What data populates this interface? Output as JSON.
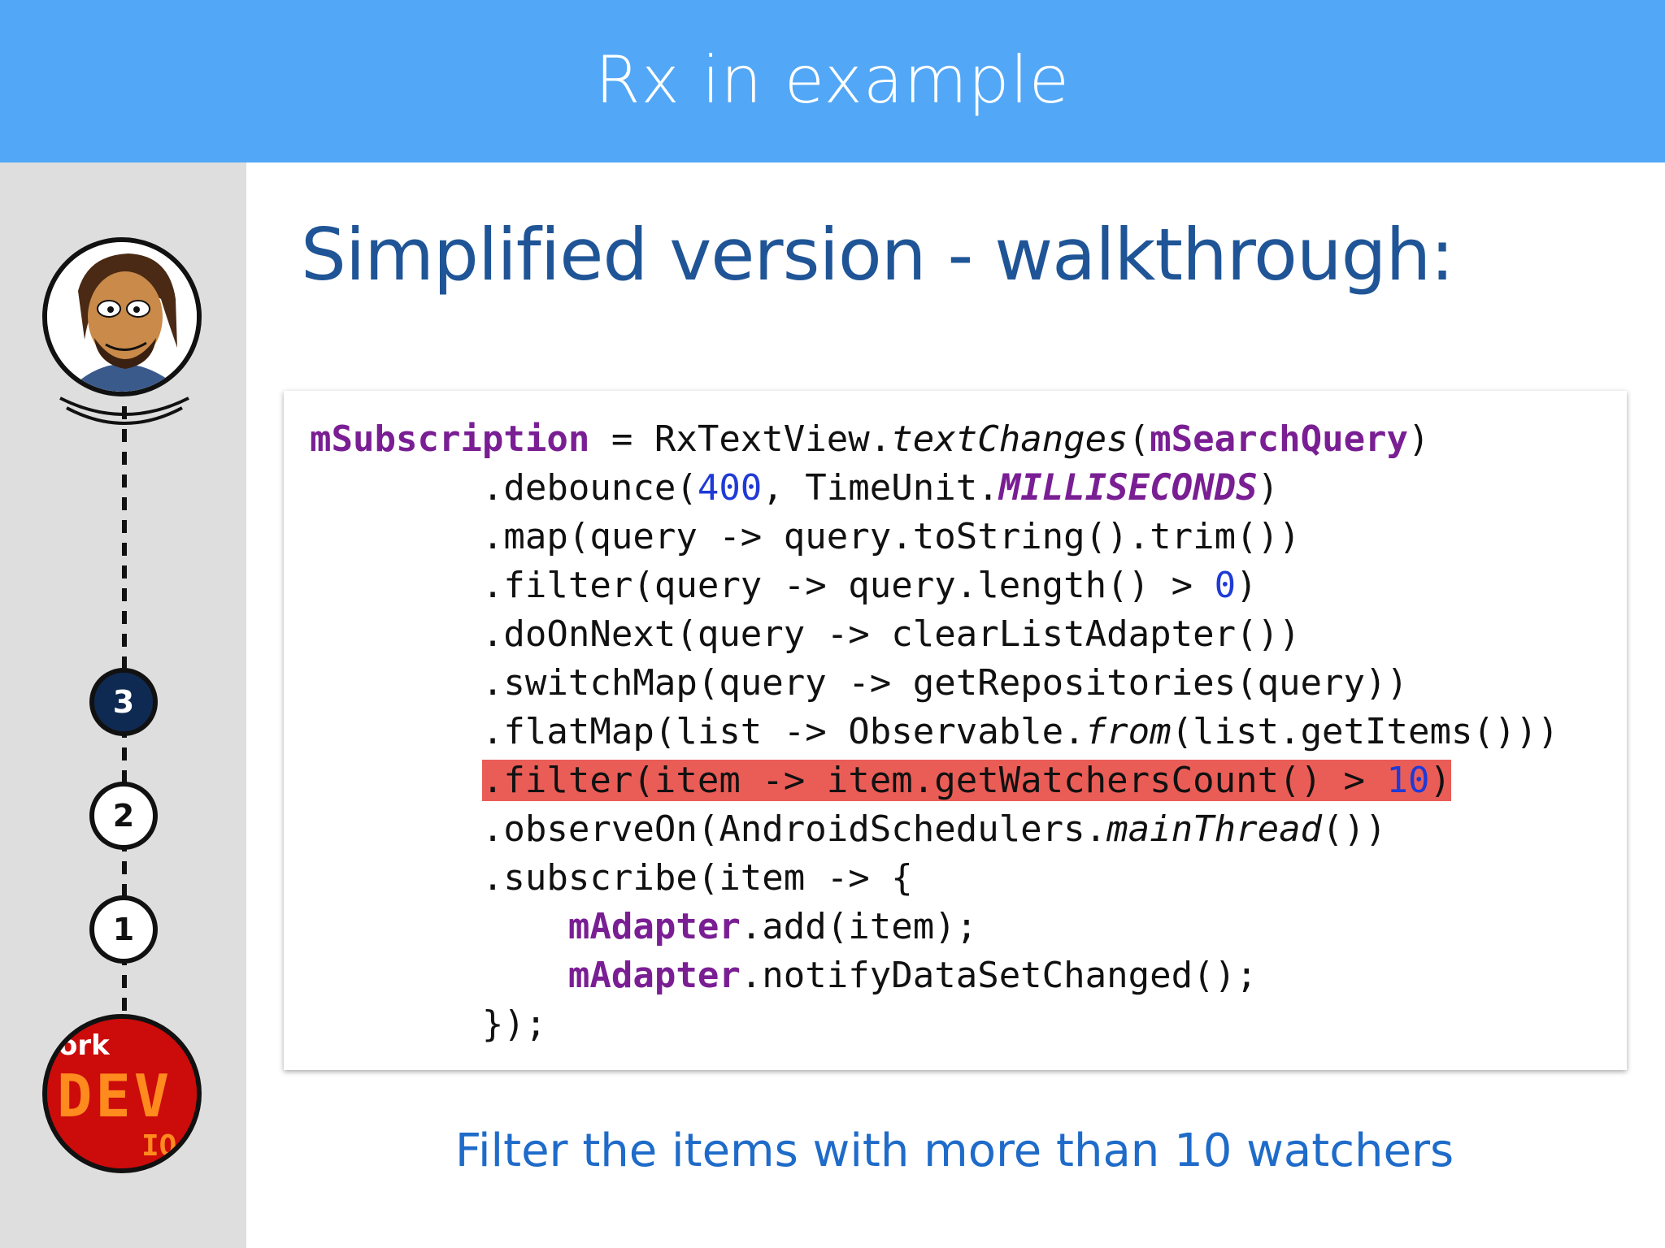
{
  "header": {
    "title": "Rx in example"
  },
  "timeline": {
    "steps": [
      {
        "label": "3",
        "active": true
      },
      {
        "label": "2",
        "active": false
      },
      {
        "label": "1",
        "active": false
      }
    ],
    "logo_text": {
      "line1": "ork",
      "line2": "DEV",
      "line3": "IO"
    }
  },
  "slide": {
    "title": "Simplified version - walkthrough:",
    "caption": "Filter the items with more than 10 watchers"
  },
  "code": {
    "l1": {
      "a": "mSubscription",
      "b": " = RxTextView.",
      "c": "textChanges",
      "d": "(",
      "e": "mSearchQuery",
      "f": ")"
    },
    "l2": {
      "a": "        .debounce(",
      "b": "400",
      "c": ", TimeUnit.",
      "d": "MILLISECONDS",
      "e": ")"
    },
    "l3": {
      "a": "        .map(query -> query.toString().trim())"
    },
    "l4": {
      "a": "        .filter(query -> query.length() > ",
      "b": "0",
      "c": ")"
    },
    "l5": {
      "a": "        .doOnNext(query -> clearListAdapter())"
    },
    "l6": {
      "a": "        .switchMap(query -> getRepositories(query))"
    },
    "l7": {
      "a": "        .flatMap(list -> Observable.",
      "b": "from",
      "c": "(list.getItems()))"
    },
    "l8": {
      "indent": "        ",
      "a": ".filter(item -> item.getWatchersCount() > ",
      "b": "10",
      "c": ")"
    },
    "l9": {
      "a": "        .observeOn(AndroidSchedulers.",
      "b": "mainThread",
      "c": "())"
    },
    "l10": {
      "a": "        .subscribe(item -> {"
    },
    "l11": {
      "indent": "            ",
      "a": "mAdapter",
      "b": ".add(item);"
    },
    "l12": {
      "indent": "            ",
      "a": "mAdapter",
      "b": ".notifyDataSetChanged();"
    },
    "l13": {
      "a": "        });"
    }
  },
  "colors": {
    "header_bg": "#52a7f7",
    "title": "#1f5596",
    "caption": "#1f6bc9",
    "highlight": "#ea5d57",
    "field": "#7a1e94",
    "number": "#1f3ad6",
    "active_step": "#0f2a52"
  }
}
